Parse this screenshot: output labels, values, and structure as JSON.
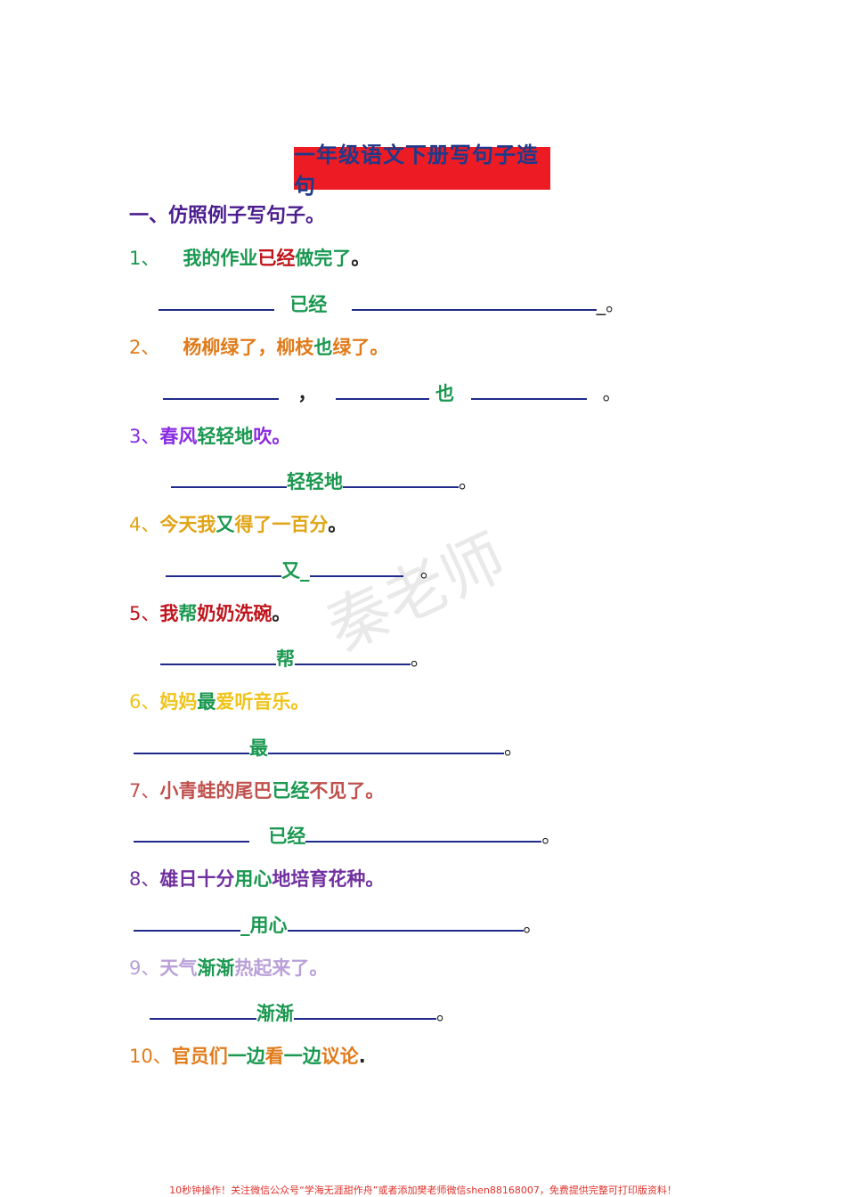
{
  "title": "一年级语文下册写句子造句",
  "section": "一、仿照例子写句子。",
  "items": [
    {
      "num": "1、",
      "parts": [
        [
          "我的作业",
          "#1a9850"
        ],
        [
          "已经",
          "#c0141c"
        ],
        [
          "做完了",
          "#1a9850"
        ],
        [
          "。",
          "#222"
        ]
      ]
    },
    {
      "num": "2、",
      "parts": [
        [
          "杨柳绿了，柳枝",
          "#e07b1a"
        ],
        [
          "也",
          "#1a9850"
        ],
        [
          "绿了",
          "#e07b1a"
        ],
        [
          "。",
          "#e07b1a"
        ]
      ]
    },
    {
      "num": "3、",
      "parts": [
        [
          "春风",
          "#8a2be2"
        ],
        [
          "轻轻地",
          "#1a9850"
        ],
        [
          "吹",
          "#8a2be2"
        ],
        [
          "。",
          "#8a2be2"
        ]
      ]
    },
    {
      "num": "4、",
      "parts": [
        [
          "今天我",
          "#e0a414"
        ],
        [
          "又",
          "#1a9850"
        ],
        [
          "得了一百分",
          "#e0a414"
        ],
        [
          "。",
          "#222"
        ]
      ]
    },
    {
      "num": "5、",
      "parts": [
        [
          "我",
          "#c0141c"
        ],
        [
          "帮",
          "#1a9850"
        ],
        [
          "奶奶洗碗",
          "#c0141c"
        ],
        [
          "。",
          "#222"
        ]
      ]
    },
    {
      "num": "6、",
      "parts": [
        [
          "妈妈",
          "#f0c419"
        ],
        [
          "最",
          "#1a9850"
        ],
        [
          "爱听音乐",
          "#f0c419"
        ],
        [
          "。",
          "#f0c419"
        ]
      ]
    },
    {
      "num": "7、",
      "parts": [
        [
          "小青蛙的尾巴",
          "#c0504d"
        ],
        [
          "已经",
          "#1a9850"
        ],
        [
          "不见了",
          "#c0504d"
        ],
        [
          "。",
          "#c0504d"
        ]
      ]
    },
    {
      "num": "8、",
      "parts": [
        [
          "雄日十分",
          "#7030a0"
        ],
        [
          "用心",
          "#1a9850"
        ],
        [
          "地培育花种",
          "#7030a0"
        ],
        [
          "。",
          "#7030a0"
        ]
      ]
    },
    {
      "num": "9、",
      "parts": [
        [
          "天气",
          "#b9a0d9"
        ],
        [
          "渐渐",
          "#1a9850"
        ],
        [
          "热起来了",
          "#b9a0d9"
        ],
        [
          "。",
          "#b9a0d9"
        ]
      ]
    },
    {
      "num": "10、",
      "parts": [
        [
          "官员们",
          "#e07b1a"
        ],
        [
          "一边",
          "#1a9850"
        ],
        [
          "看",
          "#e07b1a"
        ],
        [
          "一边",
          "#1a9850"
        ],
        [
          "议论",
          "#e07b1a"
        ],
        [
          ".",
          "#222"
        ]
      ]
    }
  ],
  "fills": [
    {
      "word": "已经",
      "sep": "",
      "end": "_。"
    },
    {
      "word": "也",
      "sep": "，",
      "end": "。"
    },
    {
      "word": "轻轻地",
      "sep": "",
      "end": "。"
    },
    {
      "word": "又_",
      "sep": "",
      "end": "。"
    },
    {
      "word": "帮",
      "sep": "",
      "end": "。"
    },
    {
      "word": "最",
      "sep": "",
      "end": "。"
    },
    {
      "word": "已经",
      "sep": "",
      "end": "。"
    },
    {
      "word": "_用心",
      "sep": "",
      "end": "。"
    },
    {
      "word": "渐渐",
      "sep": "",
      "end": "。"
    }
  ],
  "watermark": "秦老师",
  "footer": "10秒钟操作！关注微信公众号“学海无涯甜作舟”或者添加樊老师微信shen88168007，免费提供完整可打印版资料！"
}
